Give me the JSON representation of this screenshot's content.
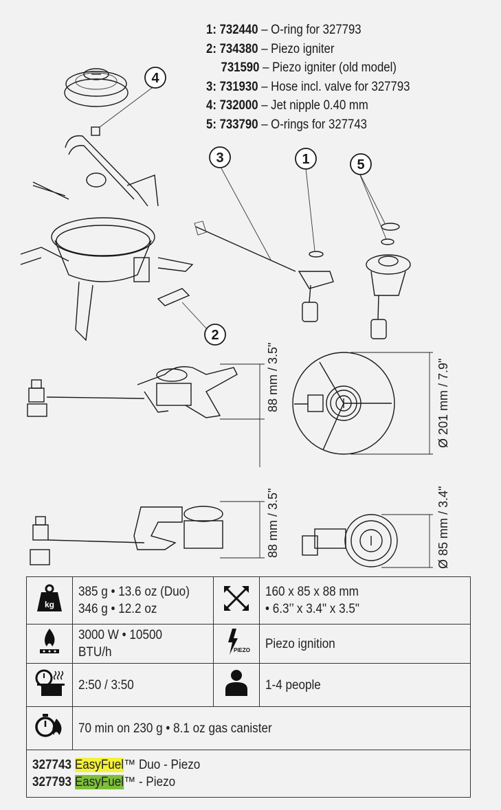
{
  "parts_list": [
    {
      "num": "1: 732440",
      "desc": "– O-ring for 327793",
      "indent": false
    },
    {
      "num": "2: 734380",
      "desc": "– Piezo igniter",
      "indent": false
    },
    {
      "num": "731590",
      "desc": "– Piezo igniter (old model)",
      "indent": true
    },
    {
      "num": "3: 731930",
      "desc": "– Hose incl. valve for 327793",
      "indent": false
    },
    {
      "num": "4: 732000",
      "desc": "– Jet nipple 0.40 mm",
      "indent": false
    },
    {
      "num": "5: 733790",
      "desc": "– O-rings for 327743",
      "indent": false
    }
  ],
  "callouts": [
    "4",
    "3",
    "1",
    "5",
    "2"
  ],
  "dimensions": {
    "height_open": "88 mm / 3.5\"",
    "diameter_open": "Ø 201 mm / 7.9\"",
    "height_folded": "88 mm / 3.5\"",
    "diameter_folded": "Ø 85 mm / 3.4\""
  },
  "specs": {
    "weight_icon": "weight-kg-icon",
    "weight_icon_label": "kg",
    "weight_line1": "385 g • 13.6 oz (Duo)",
    "weight_line2": "346 g • 12.2 oz",
    "size_icon": "size-cross-arrows-icon",
    "size_line1": "160 x 85 x 88 mm",
    "size_line2": "• 6.3’’ x 3.4\" x 3.5\"",
    "power_icon": "flame-burner-icon",
    "power_line1": "3000 W • 10500",
    "power_line2": "BTU/h",
    "piezo_icon": "piezo-lightning-icon",
    "piezo_icon_label": "PIEZO",
    "piezo_text": "Piezo ignition",
    "boil_icon": "boil-timer-pot-icon",
    "boil_text": "2:50 / 3:50",
    "people_icon": "person-icon",
    "people_text": "1-4 people",
    "burn_icon": "burn-time-stopwatch-flame-icon",
    "burn_text": "70 min on 230 g • 8.1 oz gas canister"
  },
  "products": [
    {
      "code": "327743",
      "brand": "EasyFuel",
      "suffix": "™ Duo - Piezo",
      "highlight": "#f3f13a"
    },
    {
      "code": "327793",
      "brand": "EasyFuel",
      "suffix": "™ - Piezo",
      "highlight": "#7dbf3a"
    }
  ]
}
